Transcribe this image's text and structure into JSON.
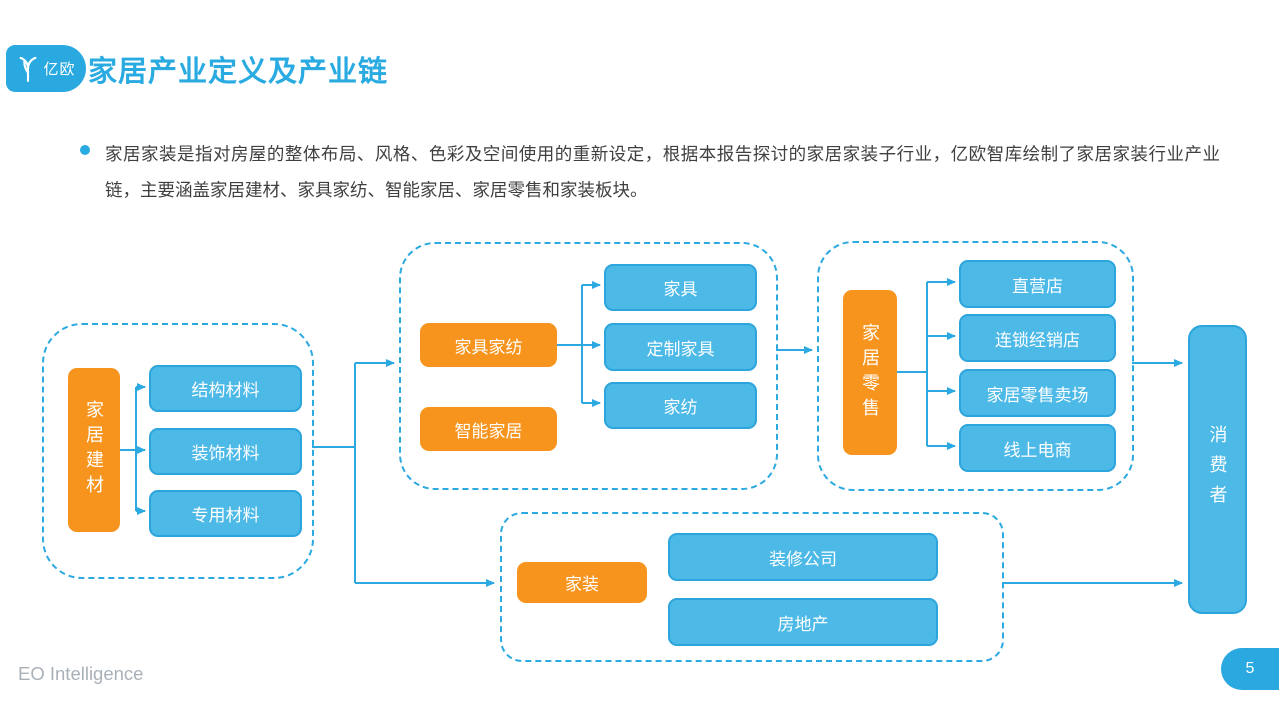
{
  "colors": {
    "brand_blue": "#29ABE2",
    "box_blue": "#4DB9E7",
    "box_orange": "#F7941E",
    "dashed_border": "#2BA9E0",
    "body_text": "#3F3F3F",
    "footer_gray": "#A9B1B8"
  },
  "header": {
    "logo_text": "亿欧",
    "title": "家居产业定义及产业链"
  },
  "intro": {
    "text": "家居家装是指对房屋的整体布局、风格、色彩及空间使用的重新设定，根据本报告探讨的家居家装子行业，亿欧智库绘制了家居家装行业产业链，主要涵盖家居建材、家具家纺、智能家居、家居零售和家装板块。"
  },
  "diagram": {
    "building_materials": {
      "parent": "家居建材",
      "children": [
        "结构材料",
        "装饰材料",
        "专用材料"
      ]
    },
    "furniture_textile": {
      "parents": [
        "家具家纺",
        "智能家居"
      ],
      "children": [
        "家具",
        "定制家具",
        "家纺"
      ]
    },
    "retail": {
      "parent": "家居零售",
      "children": [
        "直营店",
        "连锁经销店",
        "家居零售卖场",
        "线上电商"
      ]
    },
    "decoration": {
      "parent": "家装",
      "children": [
        "装修公司",
        "房地产"
      ]
    },
    "consumer": "消费者"
  },
  "footer": {
    "brand": "EO Intelligence",
    "page_number": "5"
  }
}
